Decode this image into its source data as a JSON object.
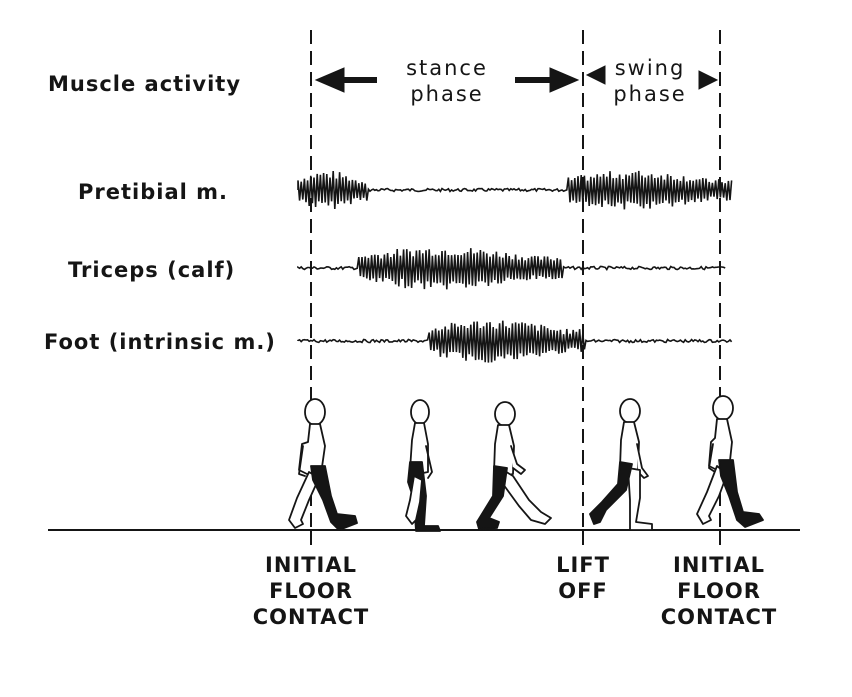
{
  "header": {
    "muscle_activity_label": "Muscle activity",
    "stance_phase_line1": "stance",
    "stance_phase_line2": "phase",
    "swing_phase_line1": "swing",
    "swing_phase_line2": "phase"
  },
  "muscles": [
    {
      "id": "pretibial",
      "label": "Pretibial m.",
      "active_bursts": [
        [
          0.0,
          0.16
        ],
        [
          0.62,
          1.0
        ]
      ]
    },
    {
      "id": "triceps",
      "label": "Triceps (calf)",
      "active_bursts": [
        [
          0.14,
          0.62
        ]
      ]
    },
    {
      "id": "foot",
      "label": "Foot (intrinsic m.)",
      "active_bursts": [
        [
          0.3,
          0.66
        ]
      ]
    }
  ],
  "events": [
    {
      "id": "initial-floor-contact-1",
      "line1": "INITIAL",
      "line2": "FLOOR",
      "line3": "CONTACT"
    },
    {
      "id": "lift-off",
      "line1": "LIFT",
      "line2": "OFF",
      "line3": ""
    },
    {
      "id": "initial-floor-contact-2",
      "line1": "INITIAL",
      "line2": "FLOOR",
      "line3": "CONTACT"
    }
  ],
  "colors": {
    "ink": "#151515",
    "paper": "#ffffff"
  }
}
